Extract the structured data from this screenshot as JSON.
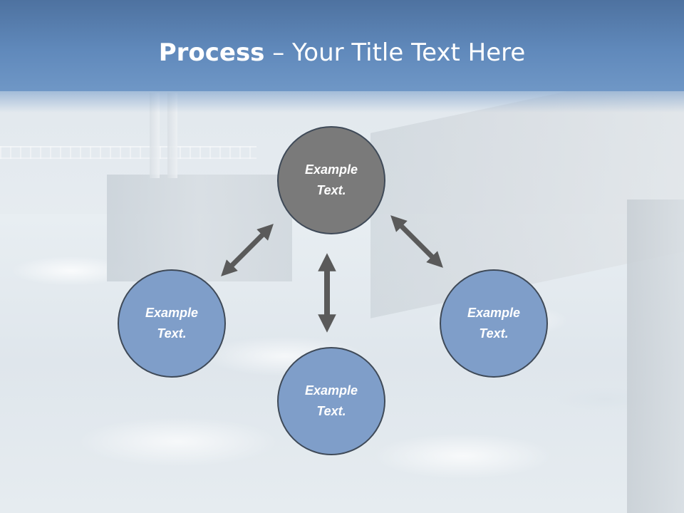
{
  "slide": {
    "title_bold": "Process",
    "title_rest": " – Your Title Text Here"
  },
  "nodes": {
    "center": "Example\nText.",
    "left": "Example\nText.",
    "bottom": "Example\nText.",
    "right": "Example\nText."
  },
  "colors": {
    "header": "#6089bb",
    "center_node": "#7a7a7a",
    "outer_node": "#7f9ec9",
    "arrow": "#5a5a5a",
    "node_border": "#3f4a58"
  }
}
